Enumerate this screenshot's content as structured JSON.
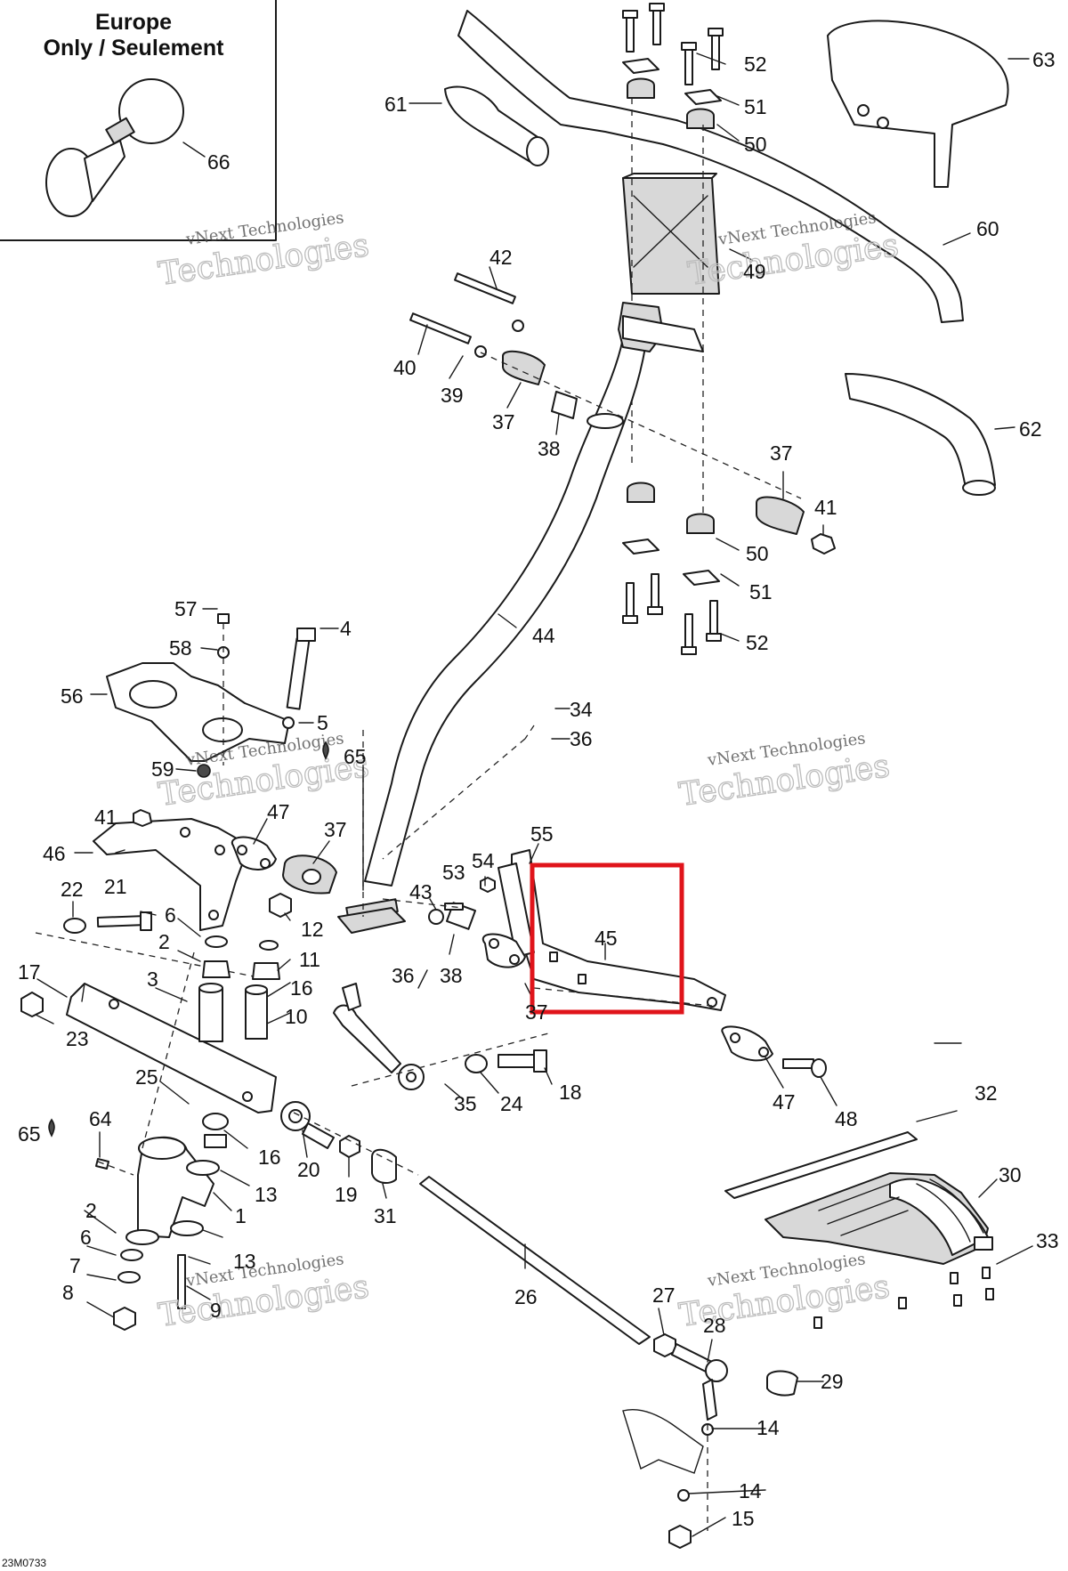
{
  "inset": {
    "title_line1": "Europe",
    "title_line2": "Only / Seulement"
  },
  "drawing_code": "23M0733",
  "watermark": {
    "line1": "vNext Technologies",
    "line2": "vNext",
    "line3": "Technologies"
  },
  "callouts": [
    {
      "id": "c1",
      "text": "1"
    },
    {
      "id": "c2a",
      "text": "2"
    },
    {
      "id": "c2b",
      "text": "2"
    },
    {
      "id": "c3",
      "text": "3"
    },
    {
      "id": "c4",
      "text": "4"
    },
    {
      "id": "c5",
      "text": "5"
    },
    {
      "id": "c6a",
      "text": "6"
    },
    {
      "id": "c6b",
      "text": "6"
    },
    {
      "id": "c7",
      "text": "7"
    },
    {
      "id": "c8",
      "text": "8"
    },
    {
      "id": "c9",
      "text": "9"
    },
    {
      "id": "c10",
      "text": "10"
    },
    {
      "id": "c11",
      "text": "11"
    },
    {
      "id": "c12",
      "text": "12"
    },
    {
      "id": "c13a",
      "text": "13"
    },
    {
      "id": "c13b",
      "text": "13"
    },
    {
      "id": "c14a",
      "text": "14"
    },
    {
      "id": "c14b",
      "text": "14"
    },
    {
      "id": "c15",
      "text": "15"
    },
    {
      "id": "c16a",
      "text": "16"
    },
    {
      "id": "c16b",
      "text": "16"
    },
    {
      "id": "c17",
      "text": "17"
    },
    {
      "id": "c18",
      "text": "18"
    },
    {
      "id": "c19",
      "text": "19"
    },
    {
      "id": "c20",
      "text": "20"
    },
    {
      "id": "c21",
      "text": "21"
    },
    {
      "id": "c22",
      "text": "22"
    },
    {
      "id": "c23",
      "text": "23"
    },
    {
      "id": "c24",
      "text": "24"
    },
    {
      "id": "c25",
      "text": "25"
    },
    {
      "id": "c26",
      "text": "26"
    },
    {
      "id": "c27",
      "text": "27"
    },
    {
      "id": "c28",
      "text": "28"
    },
    {
      "id": "c29",
      "text": "29"
    },
    {
      "id": "c30",
      "text": "30"
    },
    {
      "id": "c31",
      "text": "31"
    },
    {
      "id": "c32",
      "text": "32"
    },
    {
      "id": "c33",
      "text": "33"
    },
    {
      "id": "c34",
      "text": "34"
    },
    {
      "id": "c35",
      "text": "35"
    },
    {
      "id": "c36a",
      "text": "36"
    },
    {
      "id": "c36b",
      "text": "36"
    },
    {
      "id": "c37a",
      "text": "37"
    },
    {
      "id": "c37b",
      "text": "37"
    },
    {
      "id": "c37c",
      "text": "37"
    },
    {
      "id": "c37d",
      "text": "37"
    },
    {
      "id": "c38a",
      "text": "38"
    },
    {
      "id": "c38b",
      "text": "38"
    },
    {
      "id": "c39",
      "text": "39"
    },
    {
      "id": "c40",
      "text": "40"
    },
    {
      "id": "c41a",
      "text": "41"
    },
    {
      "id": "c41b",
      "text": "41"
    },
    {
      "id": "c42",
      "text": "42"
    },
    {
      "id": "c43",
      "text": "43"
    },
    {
      "id": "c44",
      "text": "44"
    },
    {
      "id": "c45",
      "text": "45"
    },
    {
      "id": "c46",
      "text": "46"
    },
    {
      "id": "c47a",
      "text": "47"
    },
    {
      "id": "c47b",
      "text": "47"
    },
    {
      "id": "c48",
      "text": "48"
    },
    {
      "id": "c49",
      "text": "49"
    },
    {
      "id": "c50a",
      "text": "50"
    },
    {
      "id": "c50b",
      "text": "50"
    },
    {
      "id": "c51a",
      "text": "51"
    },
    {
      "id": "c51b",
      "text": "51"
    },
    {
      "id": "c52a",
      "text": "52"
    },
    {
      "id": "c52b",
      "text": "52"
    },
    {
      "id": "c53",
      "text": "53"
    },
    {
      "id": "c54",
      "text": "54"
    },
    {
      "id": "c55",
      "text": "55"
    },
    {
      "id": "c56",
      "text": "56"
    },
    {
      "id": "c57",
      "text": "57"
    },
    {
      "id": "c58",
      "text": "58"
    },
    {
      "id": "c59",
      "text": "59"
    },
    {
      "id": "c60",
      "text": "60"
    },
    {
      "id": "c61",
      "text": "61"
    },
    {
      "id": "c62",
      "text": "62"
    },
    {
      "id": "c63",
      "text": "63"
    },
    {
      "id": "c64",
      "text": "64"
    },
    {
      "id": "c65a",
      "text": "65"
    },
    {
      "id": "c65b",
      "text": "65"
    },
    {
      "id": "c66",
      "text": "66"
    }
  ],
  "highlight": {
    "callout": "45",
    "color": "#e0141b"
  },
  "colors": {
    "ink": "#1a1a1a",
    "paper": "#ffffff",
    "highlight": "#e0141b"
  }
}
